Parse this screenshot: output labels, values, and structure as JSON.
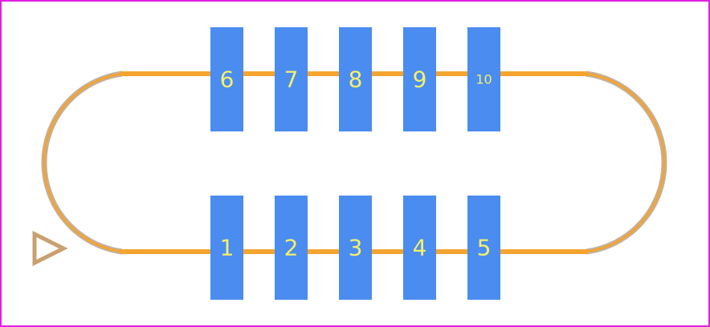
{
  "colors": {
    "board_outline": "#e020e0",
    "silkscreen": "#f5a430",
    "silkscreen_edge": "#c0b0a0",
    "pad": "#4a8cf0",
    "pad_label": "#f5f06a",
    "pin1_marker": "#c9a070"
  },
  "icons": {
    "pin1_marker": "triangle-outline-icon"
  },
  "pads": {
    "top": [
      {
        "label": "6"
      },
      {
        "label": "7"
      },
      {
        "label": "8"
      },
      {
        "label": "9"
      },
      {
        "label": "10"
      }
    ],
    "bottom": [
      {
        "label": "1"
      },
      {
        "label": "2"
      },
      {
        "label": "3"
      },
      {
        "label": "4"
      },
      {
        "label": "5"
      }
    ]
  }
}
